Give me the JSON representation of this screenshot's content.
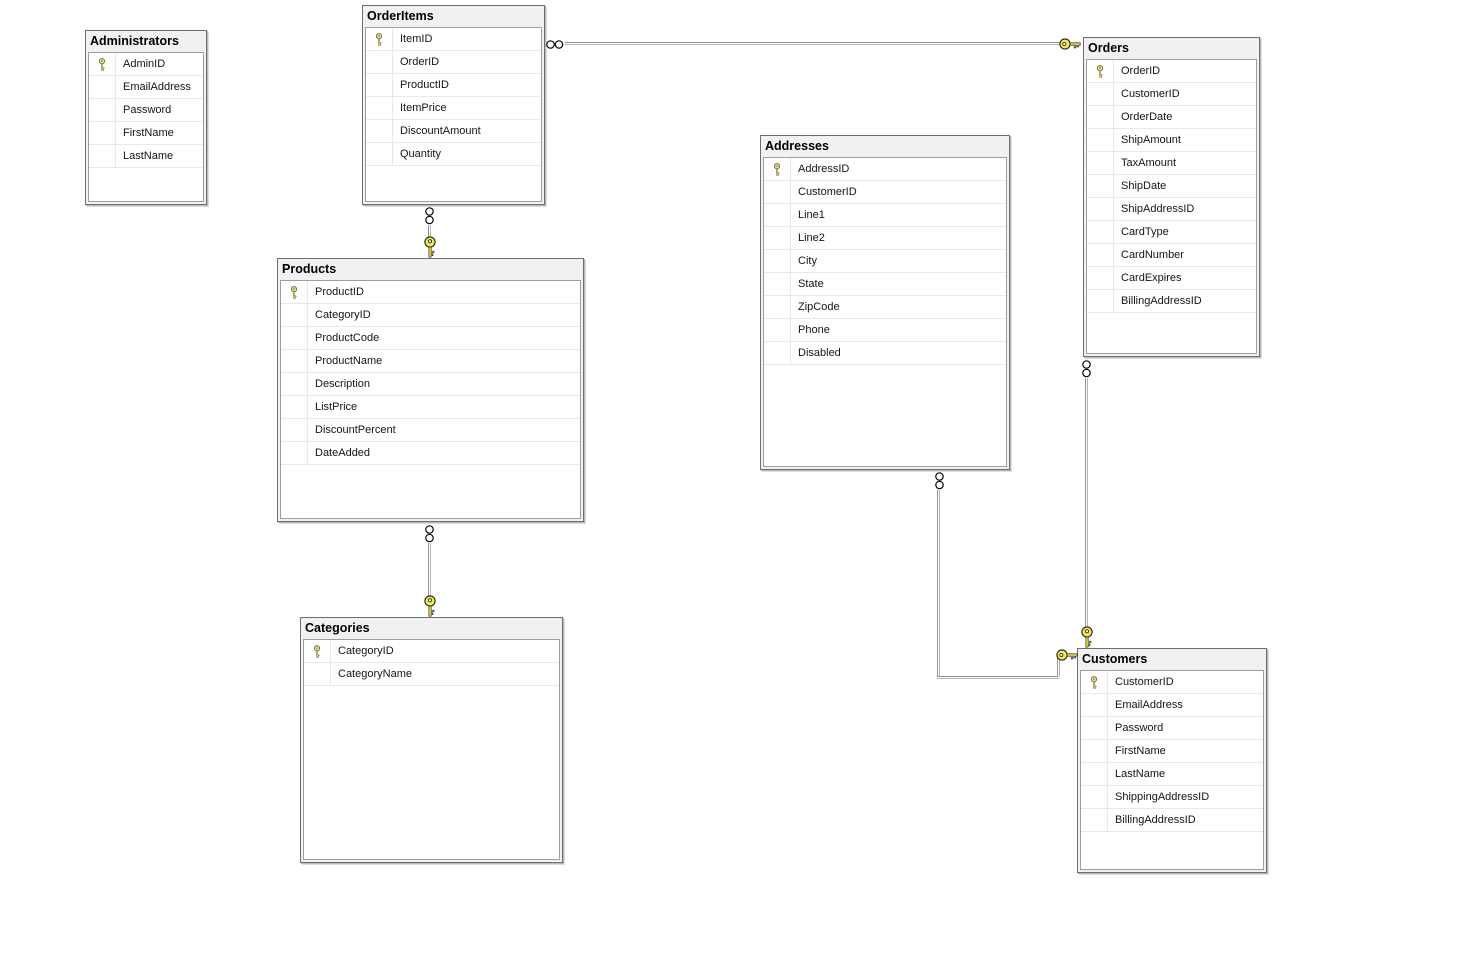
{
  "tables": [
    {
      "name": "Administrators",
      "columns": [
        {
          "label": "AdminID",
          "key": true
        },
        {
          "label": "EmailAddress",
          "key": false
        },
        {
          "label": "Password",
          "key": false
        },
        {
          "label": "FirstName",
          "key": false
        },
        {
          "label": "LastName",
          "key": false
        }
      ]
    },
    {
      "name": "OrderItems",
      "columns": [
        {
          "label": "ItemID",
          "key": true
        },
        {
          "label": "OrderID",
          "key": false
        },
        {
          "label": "ProductID",
          "key": false
        },
        {
          "label": "ItemPrice",
          "key": false
        },
        {
          "label": "DiscountAmount",
          "key": false
        },
        {
          "label": "Quantity",
          "key": false
        }
      ]
    },
    {
      "name": "Orders",
      "columns": [
        {
          "label": "OrderID",
          "key": true
        },
        {
          "label": "CustomerID",
          "key": false
        },
        {
          "label": "OrderDate",
          "key": false
        },
        {
          "label": "ShipAmount",
          "key": false
        },
        {
          "label": "TaxAmount",
          "key": false
        },
        {
          "label": "ShipDate",
          "key": false
        },
        {
          "label": "ShipAddressID",
          "key": false
        },
        {
          "label": "CardType",
          "key": false
        },
        {
          "label": "CardNumber",
          "key": false
        },
        {
          "label": "CardExpires",
          "key": false
        },
        {
          "label": "BillingAddressID",
          "key": false
        }
      ]
    },
    {
      "name": "Addresses",
      "columns": [
        {
          "label": "AddressID",
          "key": true
        },
        {
          "label": "CustomerID",
          "key": false
        },
        {
          "label": "Line1",
          "key": false
        },
        {
          "label": "Line2",
          "key": false
        },
        {
          "label": "City",
          "key": false
        },
        {
          "label": "State",
          "key": false
        },
        {
          "label": "ZipCode",
          "key": false
        },
        {
          "label": "Phone",
          "key": false
        },
        {
          "label": "Disabled",
          "key": false
        }
      ]
    },
    {
      "name": "Products",
      "columns": [
        {
          "label": "ProductID",
          "key": true
        },
        {
          "label": "CategoryID",
          "key": false
        },
        {
          "label": "ProductCode",
          "key": false
        },
        {
          "label": "ProductName",
          "key": false
        },
        {
          "label": "Description",
          "key": false
        },
        {
          "label": "ListPrice",
          "key": false
        },
        {
          "label": "DiscountPercent",
          "key": false
        },
        {
          "label": "DateAdded",
          "key": false
        }
      ]
    },
    {
      "name": "Categories",
      "columns": [
        {
          "label": "CategoryID",
          "key": true
        },
        {
          "label": "CategoryName",
          "key": false
        }
      ]
    },
    {
      "name": "Customers",
      "columns": [
        {
          "label": "CustomerID",
          "key": true
        },
        {
          "label": "EmailAddress",
          "key": false
        },
        {
          "label": "Password",
          "key": false
        },
        {
          "label": "FirstName",
          "key": false
        },
        {
          "label": "LastName",
          "key": false
        },
        {
          "label": "ShippingAddressID",
          "key": false
        },
        {
          "label": "BillingAddressID",
          "key": false
        }
      ]
    }
  ],
  "relationships": [
    {
      "many": "OrderItems",
      "one": "Orders"
    },
    {
      "many": "OrderItems",
      "one": "Products"
    },
    {
      "many": "Products",
      "one": "Categories"
    },
    {
      "many": "Orders",
      "one": "Customers"
    },
    {
      "many": "Addresses",
      "one": "Customers"
    }
  ],
  "icons": {
    "primary_key": "key-icon",
    "one_endpoint": "key-icon",
    "many_endpoint": "infinity-icon"
  },
  "colors": {
    "canvas": "#ffffff",
    "table_header_bg": "#f1f1f1",
    "table_border": "#6e6e6e",
    "row_separator": "#e9e9e9",
    "connector_line": "#949494",
    "key_yellow": "#f7e94e",
    "text": "#000000"
  }
}
